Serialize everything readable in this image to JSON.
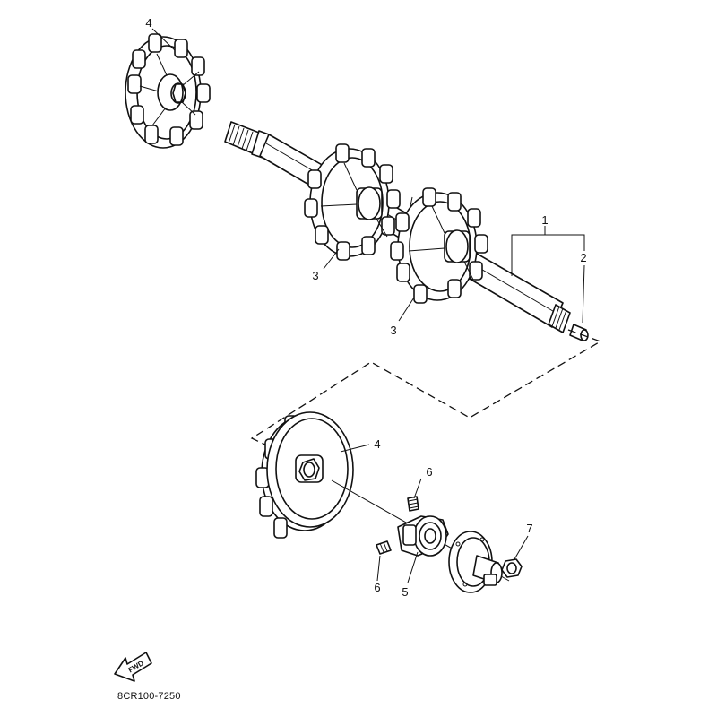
{
  "diagram": {
    "code": "8CR100-7250",
    "fwd_label": "FWD",
    "fwd_icon": "fwd-arrow-icon",
    "parts": [
      {
        "ref": "1",
        "part": "drive-shaft"
      },
      {
        "ref": "2",
        "part": "plug"
      },
      {
        "ref": "3",
        "part": "sprocket"
      },
      {
        "ref": "3",
        "part": "sprocket"
      },
      {
        "ref": "4",
        "part": "sprocket-wheel-upper"
      },
      {
        "ref": "4",
        "part": "sprocket-wheel-lower"
      },
      {
        "ref": "5",
        "part": "bearing"
      },
      {
        "ref": "6",
        "part": "set-screw-upper"
      },
      {
        "ref": "6",
        "part": "set-screw-lower"
      },
      {
        "ref": "7",
        "part": "nut"
      }
    ]
  }
}
